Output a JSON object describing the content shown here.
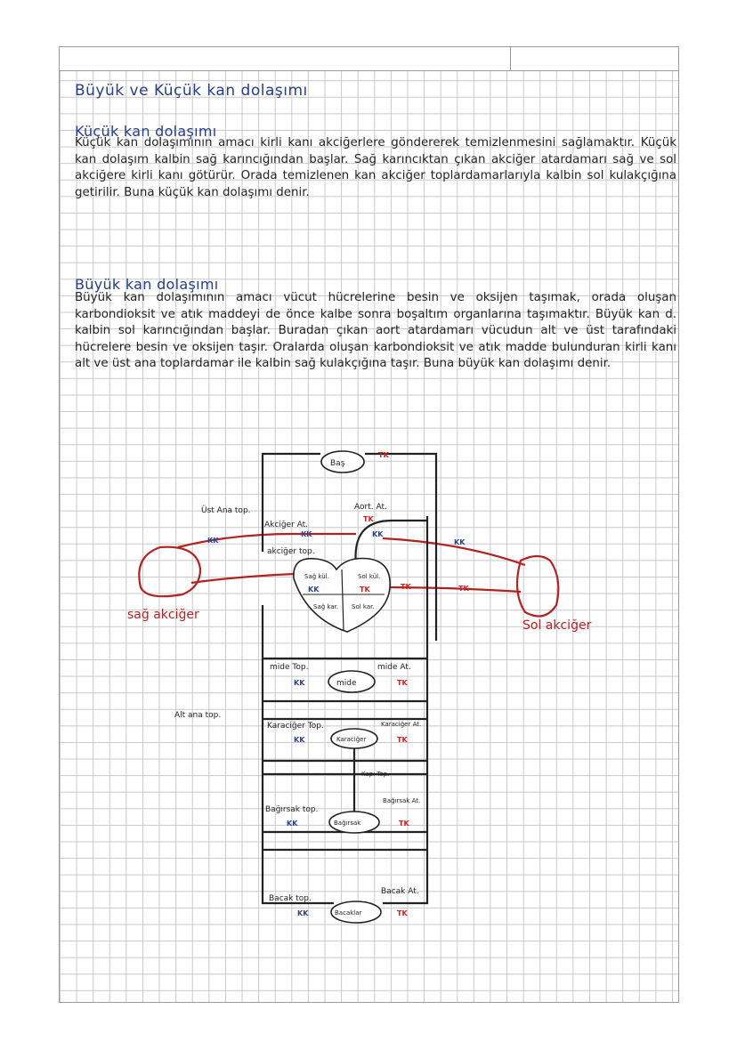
{
  "title": "Büyük ve Küçük kan dolaşımı",
  "small": {
    "heading": "Küçük kan dolaşımı",
    "text": "Küçük kan dolaşımının amacı kirli kanı akciğerlere göndererek temizlenmesini sağlamaktır. Küçük kan dolaşım kalbin sağ karıncığından başlar. Sağ karıncıktan çıkan akciğer atardamarı sağ ve sol akciğere kirli kanı götürür. Orada temizlenen kan akciğer toplardamarlarıyla kalbin sol kulakçığına getirilir. Buna küçük kan dolaşımı denir."
  },
  "big": {
    "heading": "Büyük kan dolaşımı",
    "text": "Büyük kan dolaşımının amacı vücut hücrelerine besin ve oksijen taşımak, orada oluşan karbondioksit ve atık maddeyi de önce kalbe sonra boşaltım organlarına taşımaktır. Büyük kan d. kalbin sol karıncığından başlar. Buradan çıkan aort atardamarı vücudun alt ve üst tarafındaki hücrelere besin ve oksijen taşır. Oralarda oluşan karbondioksit ve atık madde bulunduran kirli kanı alt ve üst ana toplardamar ile kalbin sağ kulakçığına taşır. Buna büyük kan dolaşımı denir."
  },
  "diagram": {
    "bas": "Baş",
    "ust_ana_top": "Üst Ana top.",
    "aort": "Aort. At.",
    "akciger_at": "Akciğer At.",
    "akciger_top": "akciğer top.",
    "sag_kul": "Sağ kül.",
    "sag_kar": "Sağ kar.",
    "sol_kul": "Sol kül.",
    "sol_kar": "Sol kar.",
    "sag_akciger": "sağ akciğer",
    "sol_akciger": "Sol akciğer",
    "mide_top": "mide Top.",
    "mide_at": "mide At.",
    "mide": "mide",
    "alt_ana_top": "Alt ana top.",
    "karaciger_top": "Karaciğer Top.",
    "karaciger_at": "Karaciğer At.",
    "karaciger": "Karaciğer",
    "kapi_top": "Kapı Top.",
    "bagirsak_at": "Bağırsak At.",
    "bagirsak_top": "Bağırsak top.",
    "bagirsak": "Bağırsak",
    "bacak_at": "Bacak At.",
    "bacak_top": "Bacak top.",
    "bacaklar": "Bacaklar",
    "tk": "TK",
    "kk": "KK"
  },
  "colors": {
    "heading": "#263d8a",
    "oxygenated": "#b32222",
    "deoxygenated": "#24449a"
  }
}
